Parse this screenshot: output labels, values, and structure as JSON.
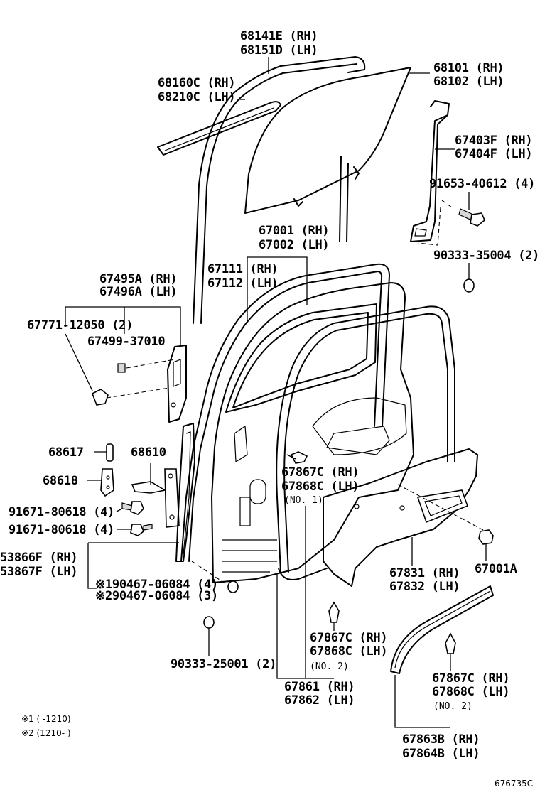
{
  "labels": {
    "glass_run": [
      "68141E (RH)",
      "68151D (LH)"
    ],
    "weatherstrip_belt": [
      "68160C (RH)",
      "68210C (LH)"
    ],
    "door_glass": [
      "68101 (RH)",
      "68102 (LH)"
    ],
    "channel": [
      "67403F (RH)",
      "67404F (LH)"
    ],
    "bolt_91653": "91653-40612 (4)",
    "plug_90333_35004": "90333-35004 (2)",
    "door_panel": [
      "67001 (RH)",
      "67002 (LH)"
    ],
    "weatherstrip_door": [
      "67111 (RH)",
      "67112 (LH)"
    ],
    "handle_bezel": [
      "67495A (RH)",
      "67496A (LH)"
    ],
    "clip_67771": "67771-12050 (2)",
    "cap_67499": "67499-37010",
    "hinge_pin": "68617",
    "hinge_upper": "68610",
    "hinge_lower": "68618",
    "bolt_1": "91671-80618 (4)",
    "bolt_2": "91671-80618 (4)",
    "clip_no1": [
      "67867C (RH)",
      "67868C (LH)",
      "(NO. 1)"
    ],
    "seal": [
      "53866F (RH)",
      "53867F (LH)"
    ],
    "grommet_1": "※190467-06084 (4)",
    "grommet_2": "※290467-06084 (3)",
    "trim_board": [
      "67831 (RH)",
      "67832 (LH)"
    ],
    "trim_clip": "67001A",
    "plug_90333_25001": "90333-25001 (2)",
    "clip_no2_a": [
      "67867C (RH)",
      "67868C (LH)",
      "(NO. 2)"
    ],
    "weatherstrip_sub": [
      "67861 (RH)",
      "67862 (LH)"
    ],
    "clip_no2_b": [
      "67867C (RH)",
      "67868C (LH)",
      "(NO. 2)"
    ],
    "scuff_plate": [
      "67863B (RH)",
      "67864B (LH)"
    ]
  },
  "notes": [
    "※1 (      -1210)",
    "※2 (1210-      )"
  ],
  "diagram_id": "676735C"
}
